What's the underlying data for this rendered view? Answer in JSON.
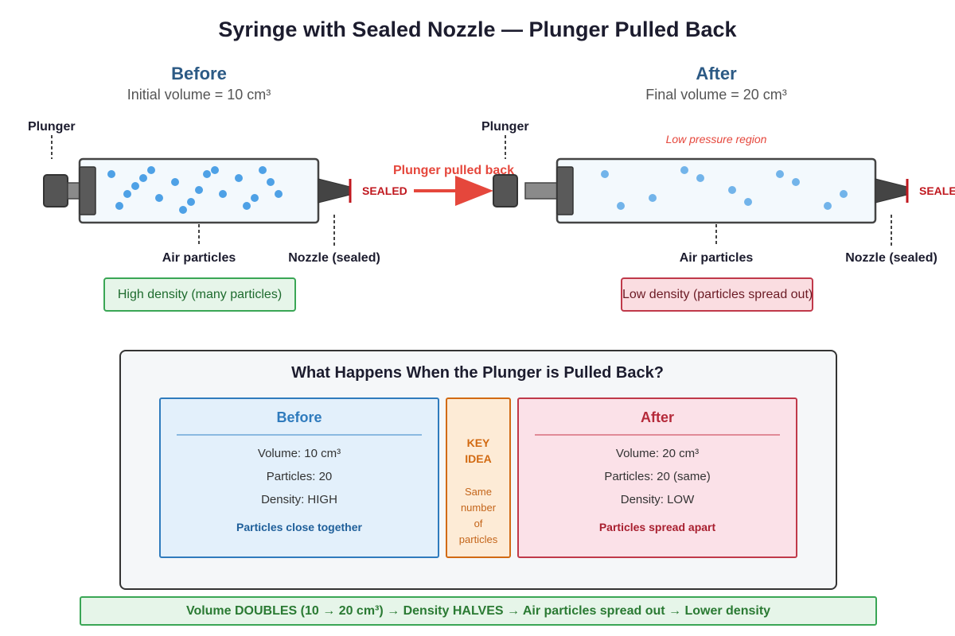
{
  "title": "Syringe with Sealed Nozzle — Plunger Pulled Back",
  "before_panel": {
    "heading": "Before",
    "subtitle": "Initial volume = 10 cm³",
    "plunger_label": "Plunger",
    "sealed_label": "SEALED",
    "air_label": "Air particles",
    "nozzle_label": "Nozzle (sealed)",
    "density_box": "High density (many particles)"
  },
  "transition": {
    "arrow_label": "Plunger pulled back"
  },
  "after_panel": {
    "heading": "After",
    "subtitle": "Final volume = 20 cm³",
    "plunger_label": "Plunger",
    "region_label": "Low pressure region",
    "sealed_label": "SEALED",
    "air_label": "Air particles",
    "nozzle_label": "Nozzle (sealed)",
    "density_box": "Low density (particles spread out)"
  },
  "summary": {
    "title": "What Happens When the Plunger is Pulled Back?",
    "before": {
      "heading": "Before",
      "volume": "Volume: 10 cm³",
      "particles": "Particles: 20",
      "density": "Density: HIGH",
      "note": "Particles close together"
    },
    "key_idea": {
      "heading_line1": "KEY",
      "heading_line2": "IDEA",
      "line1": "Same",
      "line2": "number",
      "line3": "of",
      "line4": "particles"
    },
    "after": {
      "heading": "After",
      "volume": "Volume: 20 cm³",
      "particles": "Particles: 20 (same)",
      "density": "Density: LOW",
      "note": "Particles spread apart"
    }
  },
  "footer": "Volume DOUBLES (10 → 20 cm³) → Density HALVES → Air particles spread out → Lower density",
  "colors": {
    "particle": "#4ea1e6",
    "particle_after": "#72b4ea",
    "sealed": "#c0181f",
    "arrow": "#e5473c",
    "heading": "#2c5a85"
  }
}
